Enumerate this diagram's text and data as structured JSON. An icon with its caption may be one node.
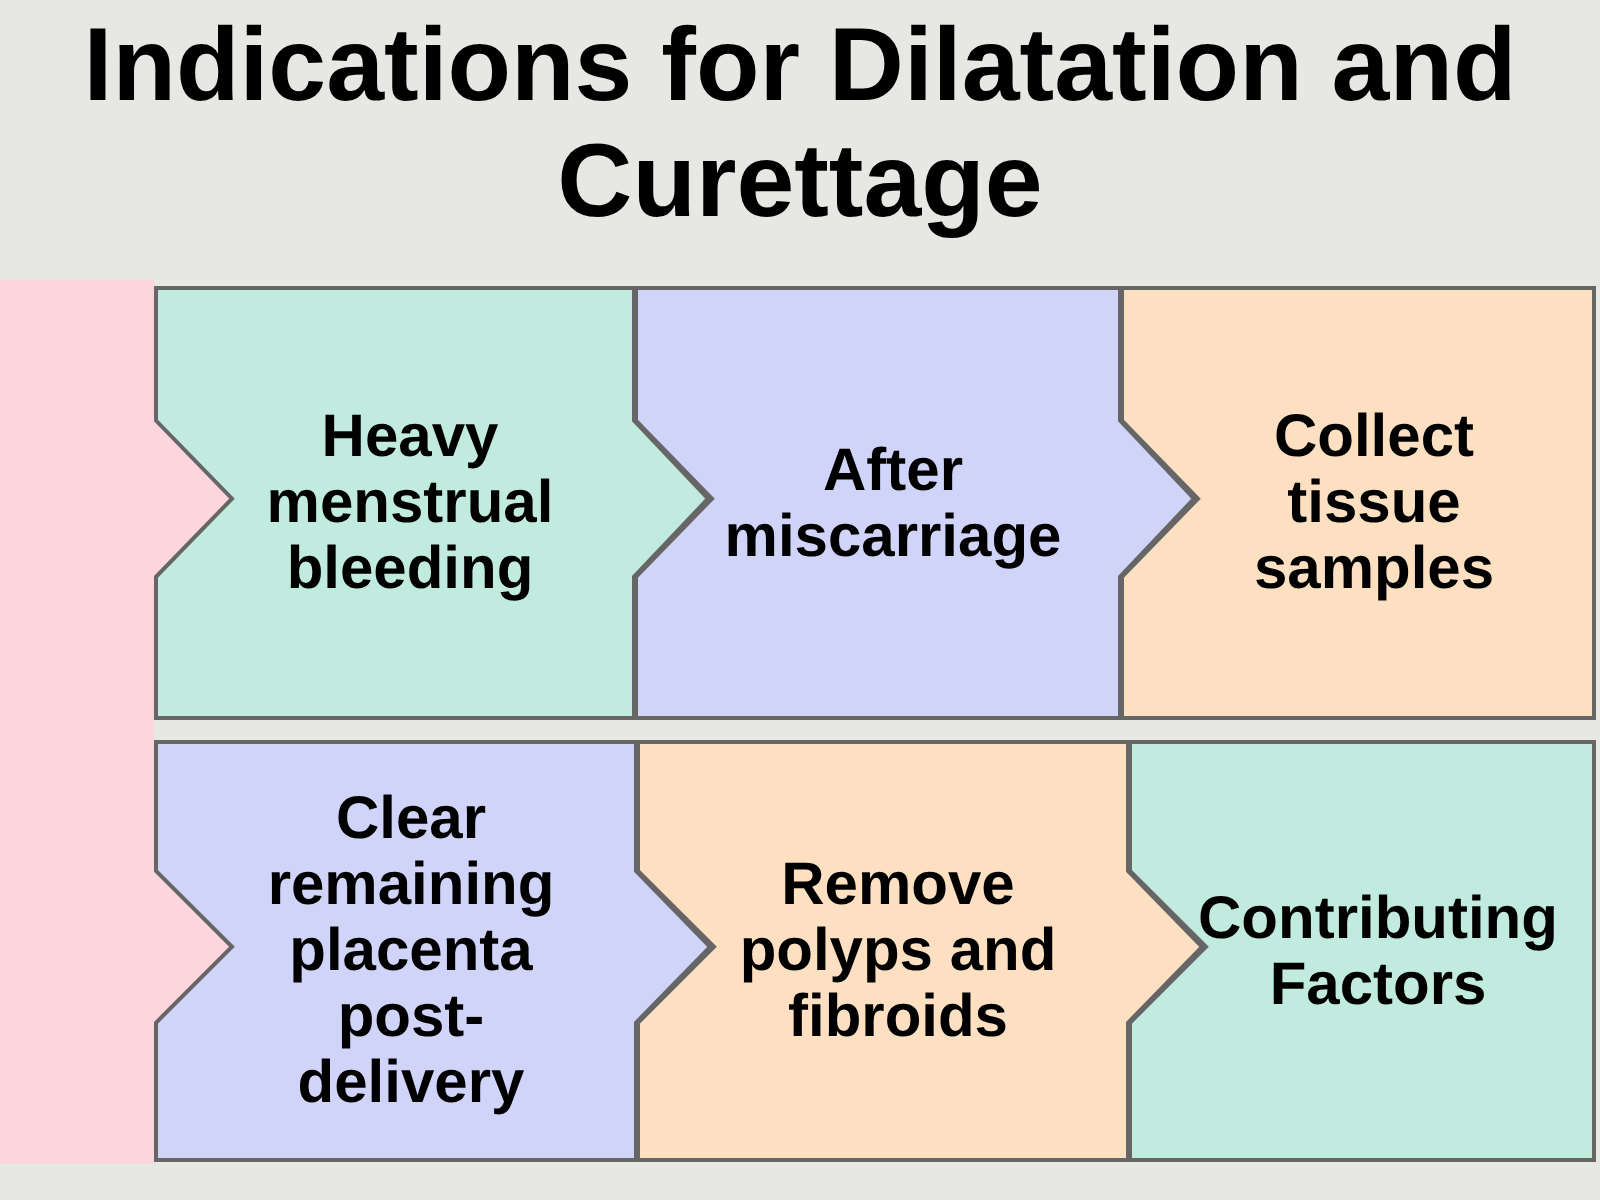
{
  "diagram": {
    "title": "Indications for Dilatation and Curettage",
    "nodes": [
      {
        "text": [],
        "shape": "bar"
      },
      {
        "text": [
          "Heavy menstrual bleeding"
        ]
      },
      {
        "text": [
          "After miscarriage"
        ]
      },
      {
        "text": [
          "Collect tissue samples"
        ]
      },
      {
        "text": [
          "Clear remaining placenta post-delivery"
        ]
      },
      {
        "text": [
          "Remove polyps and fibroids"
        ]
      },
      {
        "text": [
          "Contributing Factors"
        ]
      }
    ]
  }
}
